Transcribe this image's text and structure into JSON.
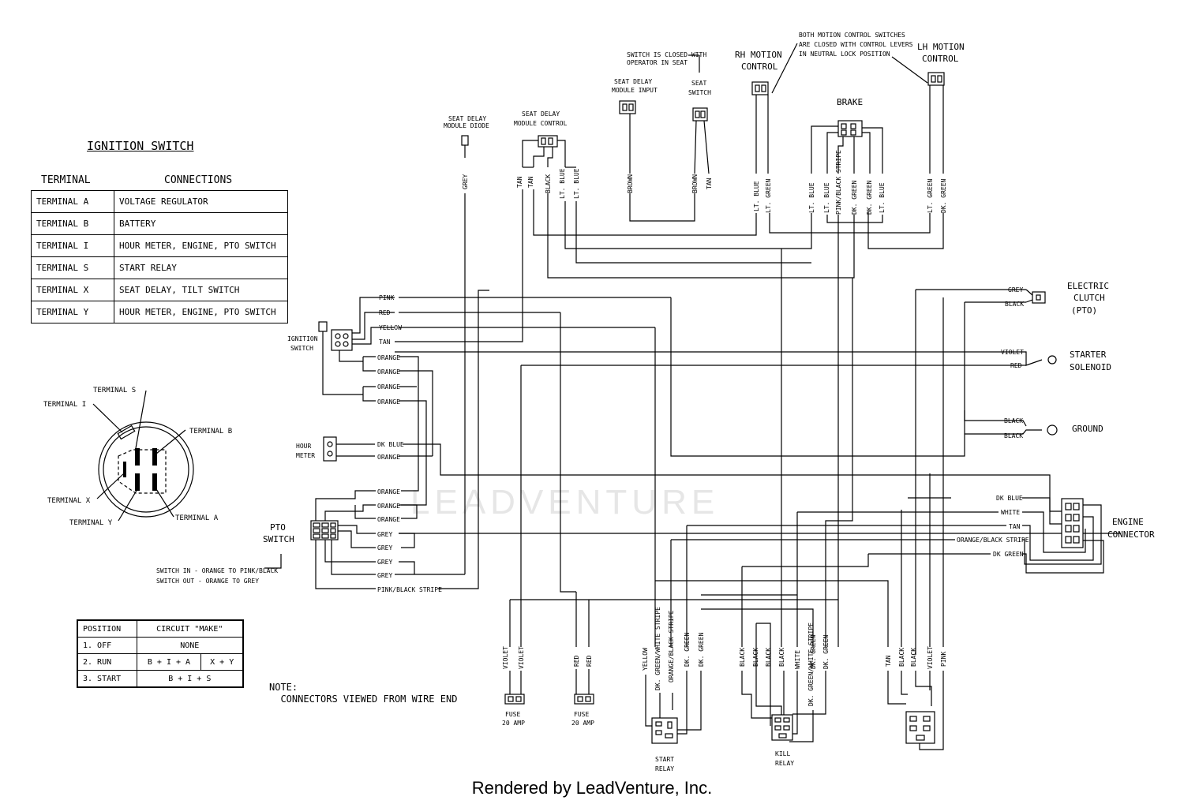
{
  "ignition_switch": {
    "title": "IGNITION SWITCH",
    "col_terminal": "TERMINAL",
    "col_connections": "CONNECTIONS",
    "rows": [
      {
        "terminal": "TERMINAL  A",
        "connection": "VOLTAGE REGULATOR"
      },
      {
        "terminal": "TERMINAL  B",
        "connection": "BATTERY"
      },
      {
        "terminal": "TERMINAL  I",
        "connection": "HOUR METER, ENGINE, PTO SWITCH"
      },
      {
        "terminal": "TERMINAL  S",
        "connection": "START RELAY"
      },
      {
        "terminal": "TERMINAL X",
        "connection": "SEAT DELAY, TILT SWITCH"
      },
      {
        "terminal": "TERMINAL  Y",
        "connection": "HOUR METER, ENGINE, PTO SWITCH"
      }
    ]
  },
  "terminal_diagram": {
    "s": "TERMINAL S",
    "i": "TERMINAL I",
    "b": "TERMINAL B",
    "x": "TERMINAL X",
    "y": "TERMINAL Y",
    "a": "TERMINAL A"
  },
  "position_table": {
    "header": [
      "POSITION",
      "CIRCUIT \"MAKE\""
    ],
    "rows": [
      {
        "position": "1. OFF",
        "make": "NONE"
      },
      {
        "position": "2. RUN",
        "make": "B + I + A",
        "make2": "X + Y"
      },
      {
        "position": "3. START",
        "make": "B + I + S"
      }
    ]
  },
  "note": "NOTE:\n  CONNECTORS VIEWED FROM WIRE END",
  "footer": "Rendered by LeadVenture, Inc.",
  "watermark": "LEADVENTURE",
  "components": {
    "seat_delay_diode": [
      "SEAT DELAY",
      "MODULE DIODE"
    ],
    "seat_delay_control": [
      "SEAT DELAY",
      "MODULE CONTROL"
    ],
    "seat_delay_input": [
      "SEAT DELAY",
      "MODULE INPUT"
    ],
    "seat_switch": [
      "SEAT",
      "SWITCH"
    ],
    "seat_switch_note": [
      "SWITCH IS CLOSED WITH",
      "OPERATOR IN SEAT"
    ],
    "rh_motion": [
      "RH MOTION",
      "CONTROL"
    ],
    "lh_motion": [
      "LH MOTION",
      "CONTROL"
    ],
    "motion_note": [
      "BOTH MOTION CONTROL SWITCHES",
      "ARE CLOSED WITH CONTROL LEVERS",
      "IN NEUTRAL LOCK POSITION"
    ],
    "brake": "BRAKE",
    "ignition": [
      "IGNITION",
      "SWITCH"
    ],
    "hour_meter": [
      "HOUR",
      "METER"
    ],
    "pto_switch": [
      "PTO",
      "SWITCH"
    ],
    "pto_note": [
      "SWITCH IN - ORANGE TO PINK/BLACK",
      "SWITCH OUT - ORANGE TO GREY"
    ],
    "electric_clutch": [
      "ELECTRIC",
      "CLUTCH",
      "(PTO)"
    ],
    "starter_solenoid": [
      "STARTER",
      "SOLENOID"
    ],
    "ground": "GROUND",
    "engine_connector": [
      "ENGINE",
      "CONNECTOR"
    ],
    "fuse1": [
      "FUSE",
      "20 AMP"
    ],
    "fuse2": [
      "FUSE",
      "20 AMP"
    ],
    "start_relay": [
      "START",
      "RELAY"
    ],
    "kill_relay": [
      "KILL",
      "RELAY"
    ]
  },
  "wire_labels": {
    "ign_left": [
      "PINK",
      "RED",
      "YELLOW",
      "TAN",
      "ORANGE",
      "ORANGE",
      "ORANGE",
      "ORANGE"
    ],
    "hour_meter": [
      "DK BLUE",
      "ORANGE"
    ],
    "pto": [
      "ORANGE",
      "ORANGE",
      "ORANGE",
      "GREY",
      "GREY",
      "GREY",
      "GREY",
      "PINK/BLACK STRIPE"
    ],
    "right_top": [
      "GREY",
      "BLACK",
      "VIOLET",
      "RED",
      "BLACK",
      "BLACK"
    ],
    "engine": [
      "DK BLUE",
      "WHITE",
      "TAN",
      "ORANGE/BLACK STRIPE",
      "DK GREEN"
    ],
    "top_vertical": [
      "GREY",
      "TAN",
      "TAN",
      "BLACK",
      "LT. BLUE",
      "LT. BLUE",
      "BROWN",
      "BROWN",
      "TAN",
      "LT. BLUE",
      "LT. GREEN",
      "LT. BLUE",
      "LT. BLUE",
      "PINK/BLACK STRIPE",
      "DK. GREEN",
      "DK. GREEN",
      "LT. BLUE",
      "LT. GREEN",
      "DK. GREEN"
    ],
    "bottom_vertical": [
      "VIOLET",
      "VIOLET",
      "RED",
      "RED",
      "YELLOW",
      "DK. GREEN/WHITE STRIPE",
      "ORANGE/BLACK STRIPE",
      "DK. GREEN",
      "DK. GREEN",
      "BLACK",
      "BLACK",
      "BLACK",
      "BLACK",
      "WHITE",
      "DK. GREEN",
      "DK. GREEN/WHITE STRIPE",
      "DK. GREEN",
      "TAN",
      "BLACK",
      "BLACK",
      "VIOLET",
      "PINK"
    ]
  }
}
